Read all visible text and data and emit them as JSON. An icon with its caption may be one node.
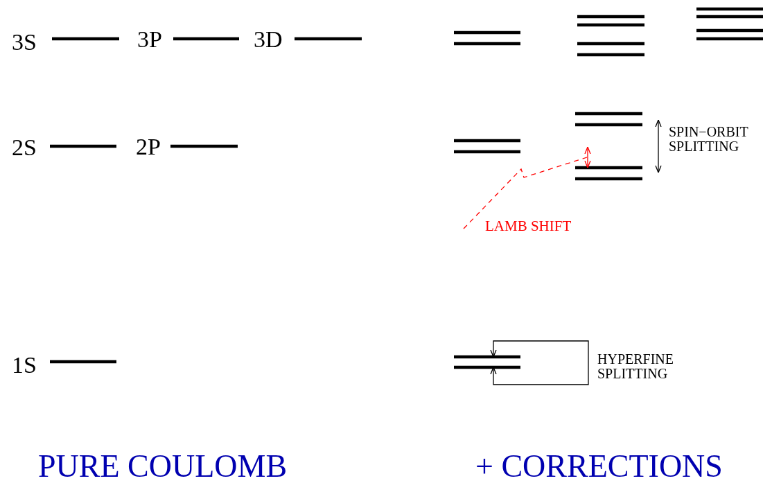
{
  "diagram": {
    "nodes": [
      {
        "text": [
          "LAMB SHIFT"
        ]
      },
      {
        "text": [],
        "shape": "arrow"
      }
    ],
    "edges": [
      {
        "from": 0,
        "to": 1,
        "arrow": "none",
        "style": "dashed",
        "color": "#ff0000"
      }
    ],
    "labels": [
      "3S",
      "3P",
      "3D",
      "2S",
      "2P",
      "SPIN−ORBIT SPLITTING",
      "1S",
      "HYPERFINE SPLITTING",
      "PURE COULOMB",
      "+ CORRECTIONS"
    ]
  }
}
